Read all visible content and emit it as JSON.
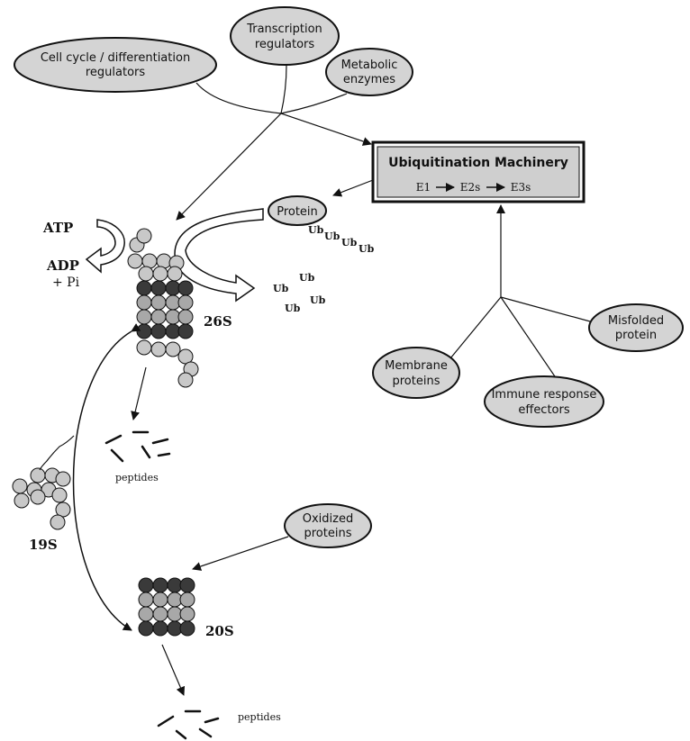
{
  "nodes": {
    "cell_cycle": [
      "Cell cycle / differentiation",
      "regulators"
    ],
    "transcription": [
      "Transcription",
      "regulators"
    ],
    "metabolic": [
      "Metabolic",
      "enzymes"
    ],
    "protein": "Protein",
    "oxidized": [
      "Oxidized",
      "proteins"
    ],
    "membrane": [
      "Membrane",
      "proteins"
    ],
    "immune": [
      "Immune response",
      "effectors"
    ],
    "misfolded": [
      "Misfolded",
      "protein"
    ]
  },
  "machinery": {
    "title": "Ubiquitination Machinery",
    "e1": "E1",
    "e2": "E2s",
    "e3": "E3s"
  },
  "energy": {
    "atp": "ATP",
    "adp": "ADP",
    "pi": "+ Pi"
  },
  "ub_tag": "Ub",
  "complexes": {
    "c26s": "26S",
    "c19s": "19S",
    "c20s": "20S"
  },
  "peptides": "peptides"
}
